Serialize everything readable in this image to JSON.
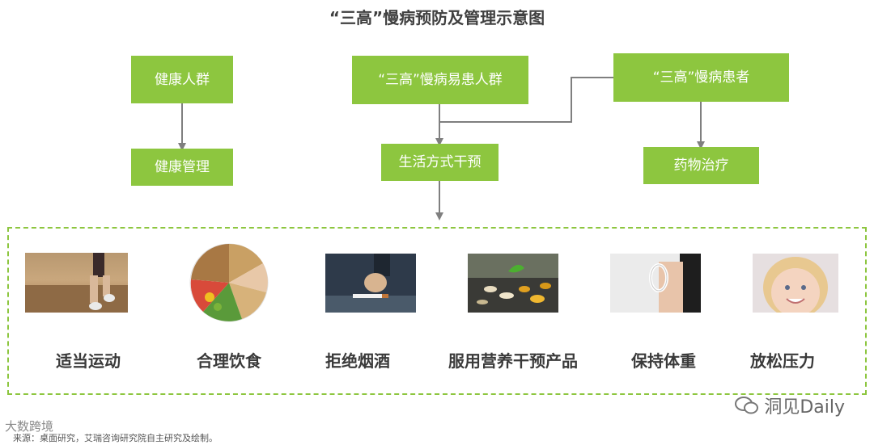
{
  "title": "“三高”慢病预防及管理示意图",
  "boxes": {
    "healthy_group": "健康人群",
    "healthy_mgmt": "健康管理",
    "risk_group": "“三高”慢病易患人群",
    "lifestyle": "生活方式干预",
    "patients": "“三高”慢病患者",
    "drug": "药物治疗"
  },
  "activities": [
    {
      "label": "适当运动",
      "icon": "running-photo"
    },
    {
      "label": "合理饮食",
      "icon": "food-plate-photo"
    },
    {
      "label": "拒绝烟酒",
      "icon": "cigarette-crush-photo"
    },
    {
      "label": "服用营养干预产品",
      "icon": "supplements-photo"
    },
    {
      "label": "保持体重",
      "icon": "measuring-tape-photo"
    },
    {
      "label": "放松压力",
      "icon": "smiling-child-photo"
    }
  ],
  "watermark": "洞见Daily",
  "logo_text": "大数跨境",
  "source": "来源：桌面研究，艾瑞咨询研究院自主研究及绘制。",
  "colors": {
    "box": "#8dc63f",
    "connector": "#7f7f7f",
    "title": "#404040"
  }
}
